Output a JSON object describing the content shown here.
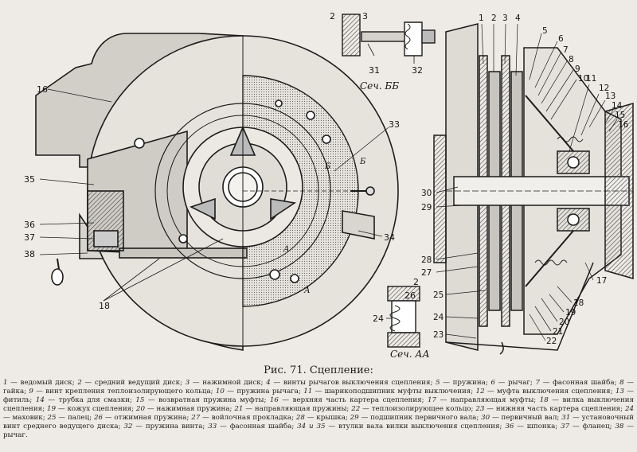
{
  "caption": "Рис. 71. Сцепление:",
  "section_labels": {
    "bb": "Сеч. ББ",
    "aa": "Сеч. АА"
  },
  "section_letters": [
    "Б",
    "Б",
    "А",
    "А"
  ],
  "callouts": {
    "left_view": [
      "16",
      "35",
      "36",
      "37",
      "38",
      "18",
      "33",
      "34"
    ],
    "section_bb": [
      "2",
      "3",
      "31",
      "32"
    ],
    "section_aa": [
      "2",
      "26",
      "24"
    ],
    "right_view": [
      "1",
      "2",
      "3",
      "4",
      "5",
      "6",
      "7",
      "8",
      "9",
      "10",
      "11",
      "12",
      "13",
      "14",
      "15",
      "16",
      "30",
      "29",
      "28",
      "27",
      "25",
      "24",
      "23",
      "17",
      "18",
      "19",
      "20",
      "21",
      "22"
    ]
  },
  "legend": [
    {
      "n": "1",
      "t": "ведомый диск;"
    },
    {
      "n": "2",
      "t": "средний ведущий диск;"
    },
    {
      "n": "3",
      "t": "нажимной диск;"
    },
    {
      "n": "4",
      "t": "винты рычагов выключения сцепления;"
    },
    {
      "n": "5",
      "t": "пружина;"
    },
    {
      "n": "6",
      "t": "рычаг;"
    },
    {
      "n": "7",
      "t": "фасонная шайба;"
    },
    {
      "n": "8",
      "t": "гайка;"
    },
    {
      "n": "9",
      "t": "винт крепления теплоизолирующего кольца;"
    },
    {
      "n": "10",
      "t": "пружина рычага;"
    },
    {
      "n": "11",
      "t": "шарикоподшипник муфты выключения;"
    },
    {
      "n": "12",
      "t": "муфта выключения сцепления;"
    },
    {
      "n": "13",
      "t": "фитиль;"
    },
    {
      "n": "14",
      "t": "трубка для смазки;"
    },
    {
      "n": "15",
      "t": "возвратная пружина муфты;"
    },
    {
      "n": "16",
      "t": "верхняя часть картера сцепления;"
    },
    {
      "n": "17",
      "t": "направляющая муфты;"
    },
    {
      "n": "18",
      "t": "вилка выключения сцепления;"
    },
    {
      "n": "19",
      "t": "кожух сцепления;"
    },
    {
      "n": "20",
      "t": "нажимная пружина;"
    },
    {
      "n": "21",
      "t": "направляющая пружины;"
    },
    {
      "n": "22",
      "t": "теплоизолирующее кольцо;"
    },
    {
      "n": "23",
      "t": "нижняя часть картера сцепления;"
    },
    {
      "n": "24",
      "t": "маховик;"
    },
    {
      "n": "25",
      "t": "палец;"
    },
    {
      "n": "26",
      "t": "отжимная пружина;"
    },
    {
      "n": "27",
      "t": "войлочная прокладка;"
    },
    {
      "n": "28",
      "t": "крышка;"
    },
    {
      "n": "29",
      "t": "подшипник первичного вала;"
    },
    {
      "n": "30",
      "t": "первичный вал;"
    },
    {
      "n": "31",
      "t": "установочный винт среднего ведущего диска;"
    },
    {
      "n": "32",
      "t": "пружина винта;"
    },
    {
      "n": "33",
      "t": "фасонная шайба;"
    },
    {
      "n": "34 и 35",
      "t": "втулки вала вилки выключения сцепления;"
    },
    {
      "n": "36",
      "t": "шпонка;"
    },
    {
      "n": "37",
      "t": "фланец;"
    },
    {
      "n": "38",
      "t": "рычаг."
    }
  ],
  "colors": {
    "paper": "#eeebe6",
    "ink": "#1c1c1c",
    "hatch": "#555555",
    "shade": "#b9b6b0"
  }
}
